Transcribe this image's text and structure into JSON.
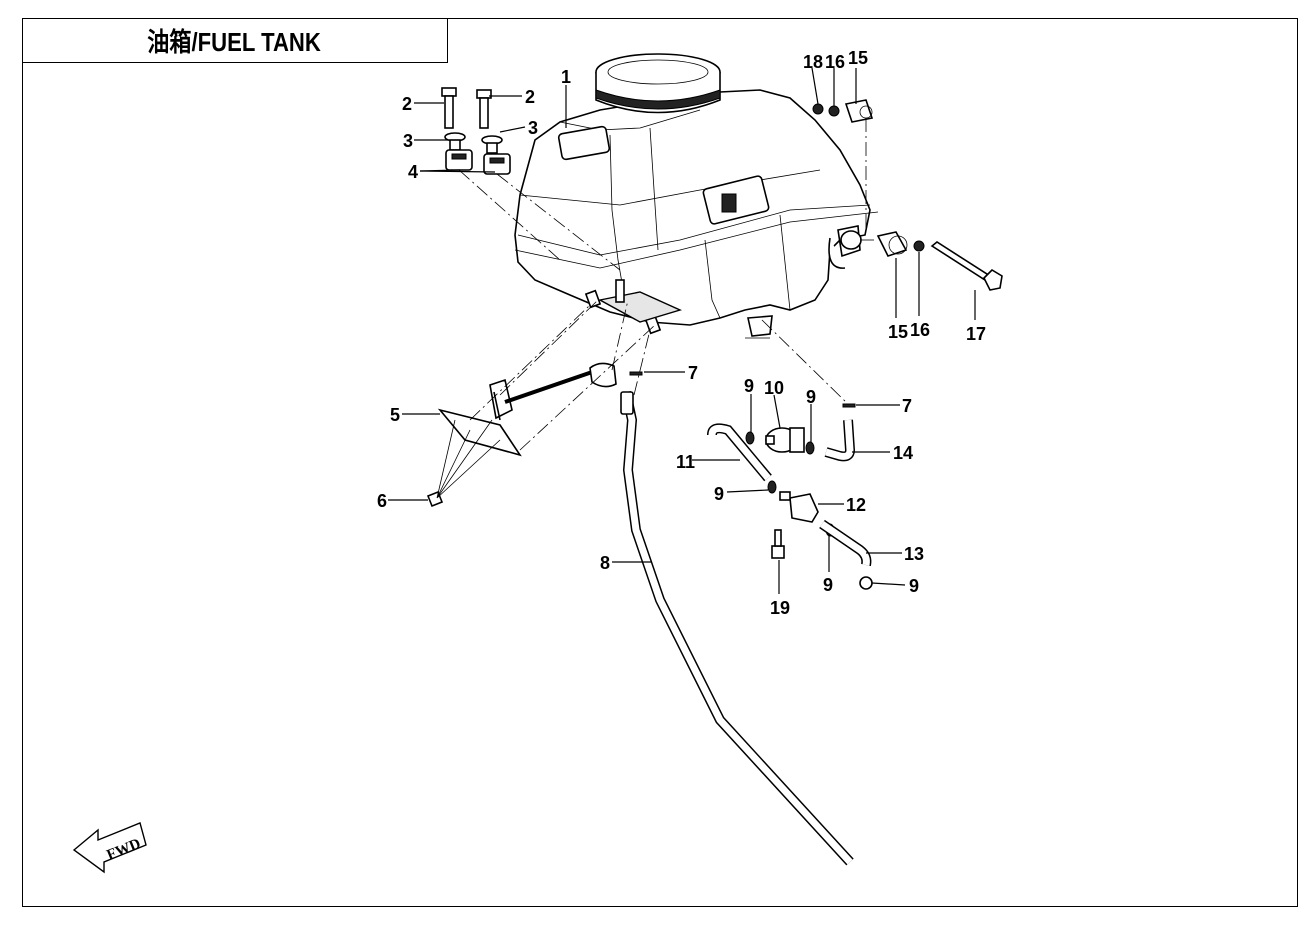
{
  "title": "油箱/FUEL TANK",
  "fwd_label": "FWD",
  "callouts": {
    "c1": "1",
    "c2a": "2",
    "c2b": "2",
    "c3a": "3",
    "c3b": "3",
    "c4": "4",
    "c5": "5",
    "c6": "6",
    "c7a": "7",
    "c7b": "7",
    "c8": "8",
    "c9a": "9",
    "c9b": "9",
    "c9c": "9",
    "c9d": "9",
    "c9e": "9",
    "c10": "10",
    "c11": "11",
    "c12": "12",
    "c13": "13",
    "c14": "14",
    "c15a": "15",
    "c15b": "15",
    "c16a": "16",
    "c16b": "16",
    "c17": "17",
    "c18": "18",
    "c19": "19"
  }
}
